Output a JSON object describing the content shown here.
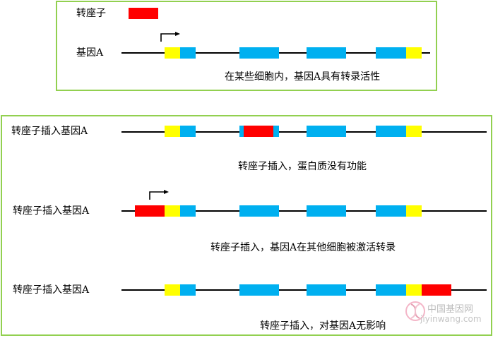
{
  "colors": {
    "transposon": "#ff0000",
    "utr": "#ffff00",
    "exon": "#00b0f0",
    "border": "#92d050",
    "arrow": "#000000"
  },
  "top_panel": {
    "transposon_label": "转座子",
    "gene_label": "基因A",
    "caption": "在某些细胞内，基因A具有转录活性"
  },
  "bottom_panel": {
    "rows": [
      {
        "label": "转座子插入基因A",
        "caption": "转座子插入，蛋白质没有功能"
      },
      {
        "label": "转座子插入基因A",
        "caption": "转座子插入，基因A在其他细胞被激活转录"
      },
      {
        "label": "转座子插入基因A",
        "caption": "转座子插入，对基因A无影响"
      }
    ]
  },
  "watermark": {
    "name": "中国基因网",
    "url": "jiyinwang.com"
  }
}
